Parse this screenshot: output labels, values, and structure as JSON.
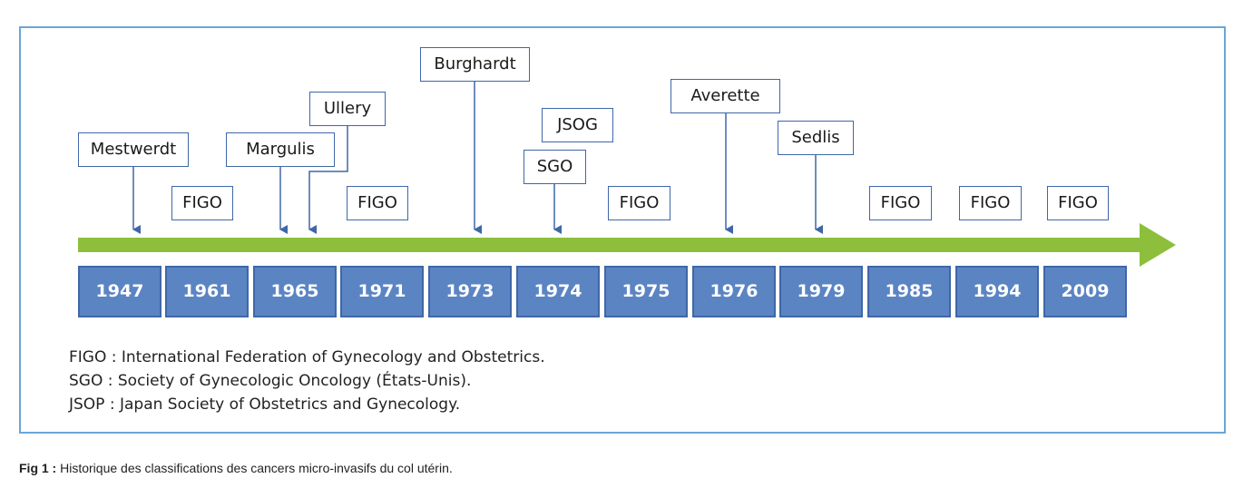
{
  "timeline": {
    "labels": {
      "mestwerdt": "Mestwerdt",
      "figo_1961": "FIGO",
      "margulis": "Margulis",
      "ullery": "Ullery",
      "figo_1971": "FIGO",
      "burghardt": "Burghardt",
      "jsog": "JSOG",
      "sgo": "SGO",
      "figo_1975": "FIGO",
      "averette": "Averette",
      "sedlis": "Sedlis",
      "figo_1985": "FIGO",
      "figo_1994": "FIGO",
      "figo_2009": "FIGO"
    },
    "years": [
      "1947",
      "1961",
      "1965",
      "1971",
      "1973",
      "1974",
      "1975",
      "1976",
      "1979",
      "1985",
      "1994",
      "2009"
    ],
    "colors": {
      "arrow": "#8dbf3c",
      "year_box": "#5b84c3",
      "border": "#3f67a8",
      "frame": "#6aa6d6"
    }
  },
  "legend": {
    "figo": "FIGO : International Federation of Gynecology and Obstetrics.",
    "sgo": "SGO : Society of Gynecologic Oncology (États-Unis).",
    "jsop": "JSOP : Japan Society of Obstetrics and Gynecology."
  },
  "caption": {
    "label": "Fig 1 :",
    "text": " Historique des classifications des cancers micro-invasifs du col utérin."
  }
}
